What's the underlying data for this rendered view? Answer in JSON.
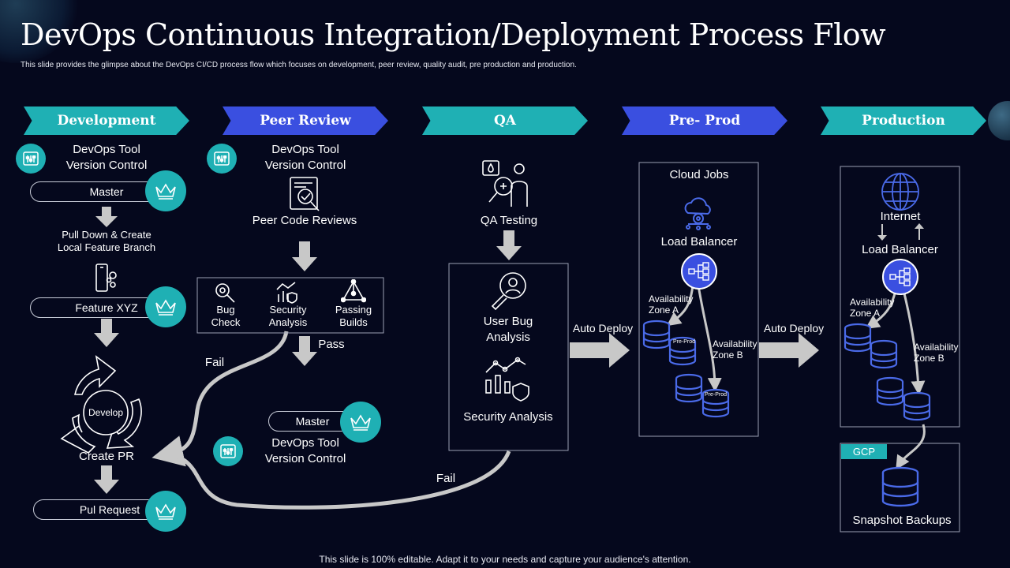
{
  "header": {
    "title": "DevOps Continuous Integration/Deployment Process Flow",
    "subtitle": "This slide provides the glimpse about the DevOps CI/CD  process flow which focuses on development, peer review, quality audit, pre production and production."
  },
  "footer": "This slide is 100% editable. Adapt it to your needs and capture your audience's attention.",
  "stages": [
    "Development",
    "Peer Review",
    "QA",
    "Pre- Prod",
    "Production"
  ],
  "development": {
    "tool": [
      "DevOps Tool",
      "Version Control"
    ],
    "master": "Master",
    "pull_down": [
      "Pull Down & Create",
      "Local Feature Branch"
    ],
    "feature": "Feature XYZ",
    "develop": "Develop",
    "create_pr": "Create PR",
    "pull_request": "Pul Request"
  },
  "peer_review": {
    "tool": [
      "DevOps Tool",
      "Version Control"
    ],
    "code_reviews": "Peer Code Reviews",
    "checks": [
      {
        "line1": "Bug",
        "line2": "Check"
      },
      {
        "line1": "Security",
        "line2": "Analysis"
      },
      {
        "line1": "Passing",
        "line2": "Builds"
      }
    ],
    "pass": "Pass",
    "fail": "Fail",
    "master": "Master",
    "tool2": [
      "DevOps Tool",
      "Version Control"
    ]
  },
  "qa": {
    "testing": "QA Testing",
    "bug_analysis": [
      "User Bug",
      "Analysis"
    ],
    "security": "Security Analysis",
    "fail": "Fail",
    "auto_deploy": "Auto Deploy"
  },
  "pre_prod": {
    "cloud_jobs": "Cloud Jobs",
    "load_balancer": "Load Balancer",
    "zone_a": [
      "Availability",
      "Zone A"
    ],
    "zone_b": [
      "Availability",
      "Zone B"
    ],
    "db_tag": "Pre-Prod",
    "auto_deploy": "Auto Deploy"
  },
  "production": {
    "internet": "Internet",
    "load_balancer": "Load Balancer",
    "zone_a": [
      "Availability",
      "Zone A"
    ],
    "zone_b": [
      "Availability",
      "Zone B"
    ],
    "gcp": "GCP",
    "snapshot": "Snapshot Backups"
  },
  "colors": {
    "background": "#05081d",
    "teal": "#1fb0b4",
    "blue": "#3a4fe0",
    "arrow": "#c8c8c8"
  },
  "icons": [
    "settings-sliders-icon",
    "crown-icon",
    "gear-phone-icon",
    "code-review-icon",
    "magnifier-icon",
    "network-chart-icon",
    "triangle-nodes-icon",
    "qa-person-icon",
    "user-search-icon",
    "security-chart-icon",
    "cloud-gear-icon",
    "load-balancer-icon",
    "database-icon",
    "globe-icon"
  ]
}
